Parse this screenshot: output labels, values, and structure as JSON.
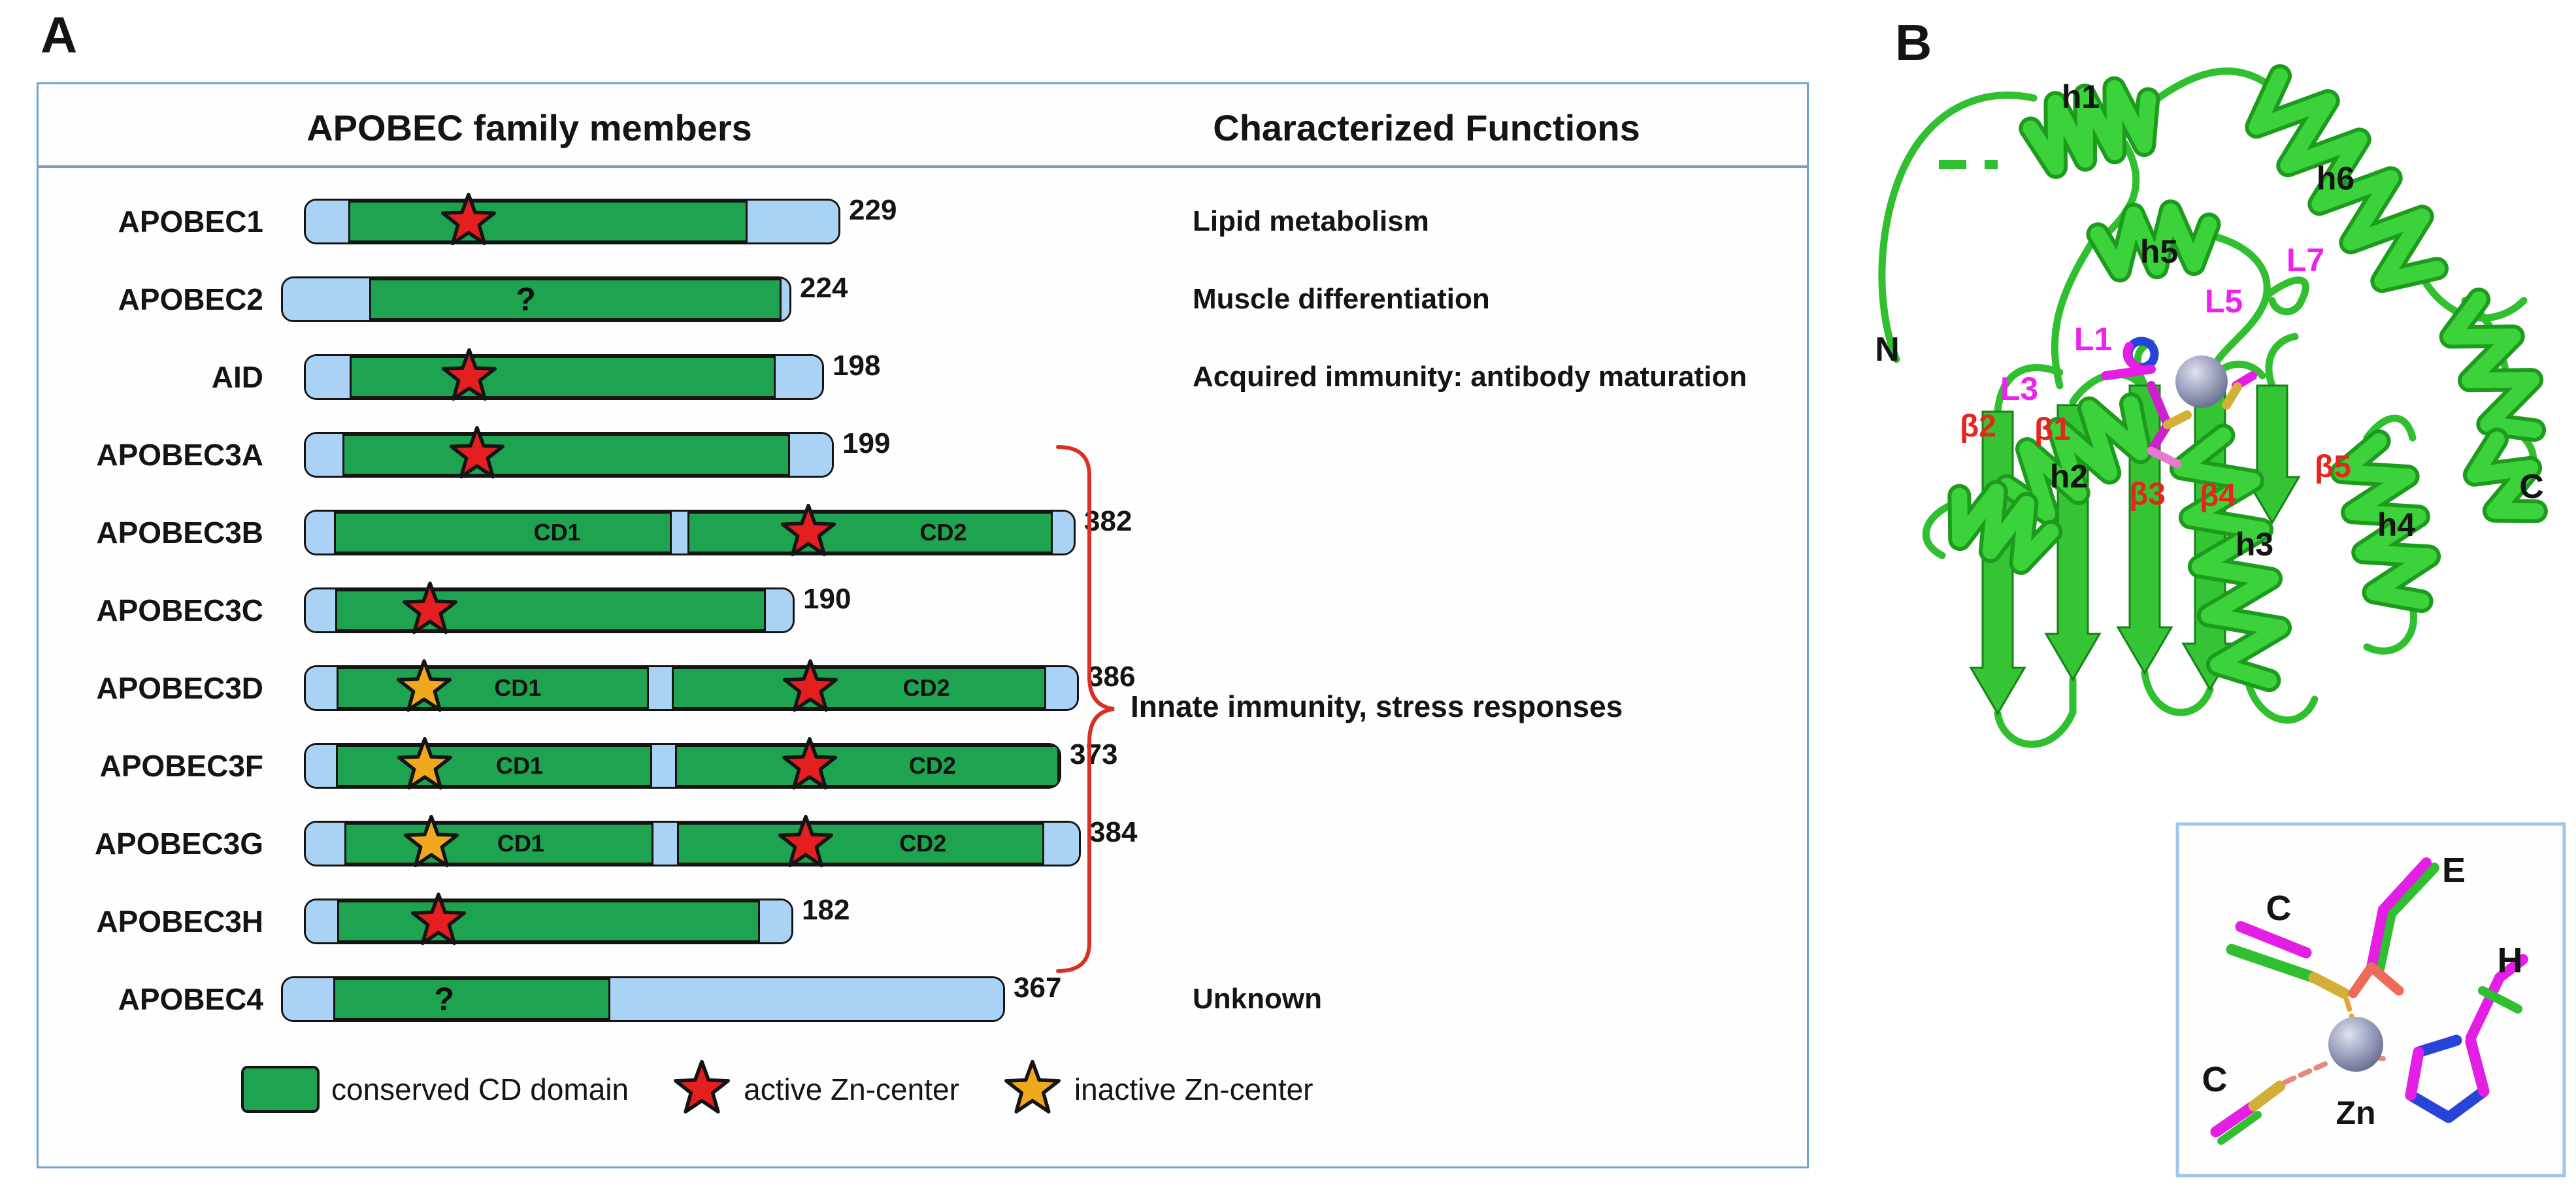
{
  "panel_a": {
    "label": "A",
    "header": {
      "col1": "APOBEC family members",
      "col2": "Characterized Functions"
    },
    "rows": [
      {
        "name": "APOBEC1",
        "residues": "229",
        "function": "Lipid metabolism",
        "bar": {
          "start": 465,
          "end": 1280,
          "segments": [
            {
              "kind": "linker",
              "w": 0.08
            },
            {
              "kind": "domain",
              "w": 0.75,
              "star": "active",
              "star_at": 0.3
            },
            {
              "kind": "linker",
              "w": 0.17
            }
          ]
        }
      },
      {
        "name": "APOBEC2",
        "residues": "224",
        "function": "Muscle differentiation",
        "bar": {
          "start": 430,
          "end": 1205,
          "segments": [
            {
              "kind": "linker",
              "w": 0.17
            },
            {
              "kind": "domain",
              "w": 0.815,
              "label": "?",
              "label_at": 0.38
            },
            {
              "kind": "linker",
              "w": 0.015
            }
          ]
        }
      },
      {
        "name": "AID",
        "residues": "198",
        "function": "Acquired immunity: antibody maturation",
        "bar": {
          "start": 465,
          "end": 1255,
          "segments": [
            {
              "kind": "linker",
              "w": 0.085
            },
            {
              "kind": "domain",
              "w": 0.825,
              "star": "active",
              "star_at": 0.28
            },
            {
              "kind": "linker",
              "w": 0.09
            }
          ]
        }
      },
      {
        "name": "APOBEC3A",
        "residues": "199",
        "function": null,
        "bar": {
          "start": 465,
          "end": 1270,
          "segments": [
            {
              "kind": "linker",
              "w": 0.07
            },
            {
              "kind": "domain",
              "w": 0.85,
              "star": "active",
              "star_at": 0.3
            },
            {
              "kind": "linker",
              "w": 0.08
            }
          ]
        }
      },
      {
        "name": "APOBEC3B",
        "residues": "382",
        "function": null,
        "bar": {
          "start": 465,
          "end": 1640,
          "segments": [
            {
              "kind": "linker",
              "w": 0.037
            },
            {
              "kind": "domain",
              "w": 0.44,
              "label": "CD1",
              "label_at": 0.66
            },
            {
              "kind": "linker",
              "w": 0.02
            },
            {
              "kind": "domain",
              "w": 0.476,
              "star": "active",
              "star_at": 0.33,
              "label": "CD2",
              "label_at": 0.7
            },
            {
              "kind": "linker",
              "w": 0.027
            }
          ]
        }
      },
      {
        "name": "APOBEC3C",
        "residues": "190",
        "function": null,
        "bar": {
          "start": 465,
          "end": 1210,
          "segments": [
            {
              "kind": "linker",
              "w": 0.06
            },
            {
              "kind": "domain",
              "w": 0.885,
              "star": "active",
              "star_at": 0.22
            },
            {
              "kind": "linker",
              "w": 0.055
            }
          ]
        }
      },
      {
        "name": "APOBEC3D",
        "residues": "386",
        "function": null,
        "bar": {
          "start": 465,
          "end": 1645,
          "segments": [
            {
              "kind": "linker",
              "w": 0.04
            },
            {
              "kind": "domain",
              "w": 0.405,
              "star": "inactive",
              "star_at": 0.28,
              "label": "CD1",
              "label_at": 0.58
            },
            {
              "kind": "linker",
              "w": 0.03
            },
            {
              "kind": "domain",
              "w": 0.485,
              "star": "active",
              "star_at": 0.37,
              "label": "CD2",
              "label_at": 0.68
            },
            {
              "kind": "linker",
              "w": 0.04
            }
          ]
        }
      },
      {
        "name": "APOBEC3F",
        "residues": "373",
        "function": null,
        "bar": {
          "start": 465,
          "end": 1618,
          "segments": [
            {
              "kind": "linker",
              "w": 0.04
            },
            {
              "kind": "domain",
              "w": 0.42,
              "star": "inactive",
              "star_at": 0.28,
              "label": "CD1",
              "label_at": 0.58
            },
            {
              "kind": "linker",
              "w": 0.03
            },
            {
              "kind": "domain",
              "w": 0.51,
              "star": "active",
              "star_at": 0.35,
              "label": "CD2",
              "label_at": 0.67
            }
          ]
        }
      },
      {
        "name": "APOBEC3G",
        "residues": "384",
        "function": null,
        "bar": {
          "start": 465,
          "end": 1648,
          "segments": [
            {
              "kind": "linker",
              "w": 0.05
            },
            {
              "kind": "domain",
              "w": 0.4,
              "star": "inactive",
              "star_at": 0.28,
              "label": "CD1",
              "label_at": 0.57
            },
            {
              "kind": "linker",
              "w": 0.03
            },
            {
              "kind": "domain",
              "w": 0.475,
              "star": "active",
              "star_at": 0.35,
              "label": "CD2",
              "label_at": 0.67
            },
            {
              "kind": "linker",
              "w": 0.045
            }
          ]
        }
      },
      {
        "name": "APOBEC3H",
        "residues": "182",
        "function": null,
        "bar": {
          "start": 465,
          "end": 1208,
          "segments": [
            {
              "kind": "linker",
              "w": 0.065
            },
            {
              "kind": "domain",
              "w": 0.87,
              "star": "active",
              "star_at": 0.24
            },
            {
              "kind": "linker",
              "w": 0.065
            }
          ]
        }
      },
      {
        "name": "APOBEC4",
        "residues": "367",
        "function": "Unknown",
        "bar": {
          "start": 430,
          "end": 1532,
          "segments": [
            {
              "kind": "linker",
              "w": 0.07
            },
            {
              "kind": "domain",
              "w": 0.385,
              "label": "?",
              "label_at": 0.4
            },
            {
              "kind": "linker",
              "w": 0.545
            }
          ]
        }
      }
    ],
    "brace_label": "Innate immunity, stress responses",
    "legend": [
      {
        "swatch": "green-box",
        "label": "conserved CD domain"
      },
      {
        "swatch": "active-star",
        "label": "active Zn-center"
      },
      {
        "swatch": "inactive-star",
        "label": "inactive Zn-center"
      }
    ]
  },
  "panel_b": {
    "label": "B",
    "labels": {
      "h1": "h1",
      "h2": "h2",
      "h3": "h3",
      "h4": "h4",
      "h5": "h5",
      "h6": "h6",
      "l1": "L1",
      "l3": "L3",
      "l5": "L5",
      "l7": "L7",
      "b1": "β1",
      "b2": "β2",
      "b3": "β3",
      "b4": "β4",
      "b5": "β5",
      "n_term": "N",
      "c_term": "C"
    },
    "inset": {
      "labels": {
        "c_top": "C",
        "e": "E",
        "h": "H",
        "c_bottom": "C",
        "zn": "Zn"
      }
    }
  },
  "colors": {
    "domain_green": "#1ea350",
    "linker_blue": "#a9d2f4",
    "active_star": "#e51f1f",
    "inactive_star": "#f0a91e",
    "brace_red": "#d93025",
    "panel_border_blue": "#6fa3d8",
    "ribbon_green": "#3bd23b",
    "ribbon_green_dark": "#1d9b1d",
    "zn_gray": "#9196b8",
    "stick_magenta": "#e41ee4",
    "beta_label_red": "#e8251c",
    "loop_label_magenta": "#ee22ee",
    "sulfur_yellow": "#d4af37",
    "nitrogen_blue": "#2743d8",
    "dash_salmon": "#e8877a"
  }
}
